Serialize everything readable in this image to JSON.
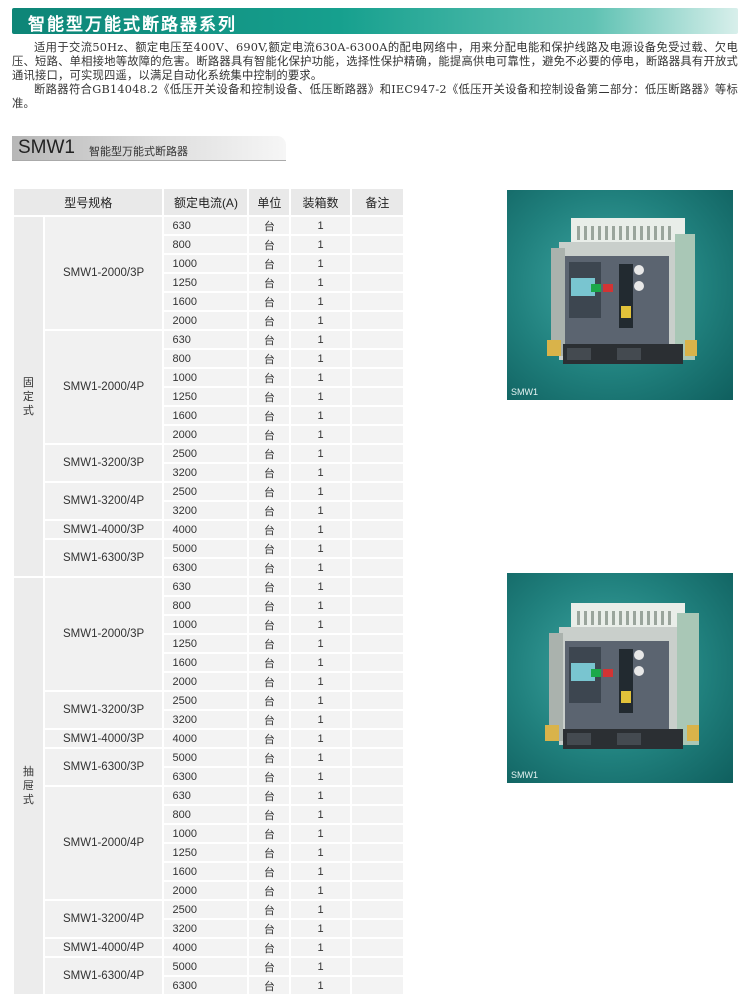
{
  "header": {
    "title": "智能型万能式断路器系列"
  },
  "intro": {
    "paragraph1": "适用于交流50Hz、额定电压至400V、690V,额定电流630A-6300A的配电网络中，用来分配电能和保护线路及电源设备免受过载、欠电压、短路、单相接地等故障的危害。断路器具有智能化保护功能，选择性保护精确，能提高供电可靠性，避免不必要的停电，断路器具有开放式通讯接口，可实现四遥，以满足自动化系统集中控制的要求。",
    "paragraph2": "断路器符合GB14048.2《低压开关设备和控制设备、低压断路器》和IEC947-2《低压开关设备和控制设备第二部分：低压断路器》等标准。"
  },
  "section": {
    "code": "SMW1",
    "name": "智能型万能式断路器"
  },
  "table": {
    "headers": {
      "model": "型号规格",
      "current": "额定电流(A)",
      "unit": "单位",
      "qty": "装箱数",
      "note": "备注"
    },
    "categories": [
      {
        "label": "固定式",
        "groups": [
          {
            "model": "SMW1-2000/3P",
            "rows": [
              {
                "current": "630",
                "unit": "台",
                "qty": "1"
              },
              {
                "current": "800",
                "unit": "台",
                "qty": "1"
              },
              {
                "current": "1000",
                "unit": "台",
                "qty": "1"
              },
              {
                "current": "1250",
                "unit": "台",
                "qty": "1"
              },
              {
                "current": "1600",
                "unit": "台",
                "qty": "1"
              },
              {
                "current": "2000",
                "unit": "台",
                "qty": "1"
              }
            ]
          },
          {
            "model": "SMW1-2000/4P",
            "rows": [
              {
                "current": "630",
                "unit": "台",
                "qty": "1"
              },
              {
                "current": "800",
                "unit": "台",
                "qty": "1"
              },
              {
                "current": "1000",
                "unit": "台",
                "qty": "1"
              },
              {
                "current": "1250",
                "unit": "台",
                "qty": "1"
              },
              {
                "current": "1600",
                "unit": "台",
                "qty": "1"
              },
              {
                "current": "2000",
                "unit": "台",
                "qty": "1"
              }
            ]
          },
          {
            "model": "SMW1-3200/3P",
            "rows": [
              {
                "current": "2500",
                "unit": "台",
                "qty": "1"
              },
              {
                "current": "3200",
                "unit": "台",
                "qty": "1"
              }
            ]
          },
          {
            "model": "SMW1-3200/4P",
            "rows": [
              {
                "current": "2500",
                "unit": "台",
                "qty": "1"
              },
              {
                "current": "3200",
                "unit": "台",
                "qty": "1"
              }
            ]
          },
          {
            "model": "SMW1-4000/3P",
            "rows": [
              {
                "current": "4000",
                "unit": "台",
                "qty": "1"
              }
            ]
          },
          {
            "model": "SMW1-6300/3P",
            "rows": [
              {
                "current": "5000",
                "unit": "台",
                "qty": "1"
              },
              {
                "current": "6300",
                "unit": "台",
                "qty": "1"
              }
            ]
          }
        ]
      },
      {
        "label": "抽屉式",
        "groups": [
          {
            "model": "SMW1-2000/3P",
            "rows": [
              {
                "current": "630",
                "unit": "台",
                "qty": "1"
              },
              {
                "current": "800",
                "unit": "台",
                "qty": "1"
              },
              {
                "current": "1000",
                "unit": "台",
                "qty": "1"
              },
              {
                "current": "1250",
                "unit": "台",
                "qty": "1"
              },
              {
                "current": "1600",
                "unit": "台",
                "qty": "1"
              },
              {
                "current": "2000",
                "unit": "台",
                "qty": "1"
              }
            ]
          },
          {
            "model": "SMW1-3200/3P",
            "rows": [
              {
                "current": "2500",
                "unit": "台",
                "qty": "1"
              },
              {
                "current": "3200",
                "unit": "台",
                "qty": "1"
              }
            ]
          },
          {
            "model": "SMW1-4000/3P",
            "rows": [
              {
                "current": "4000",
                "unit": "台",
                "qty": "1"
              }
            ]
          },
          {
            "model": "SMW1-6300/3P",
            "rows": [
              {
                "current": "5000",
                "unit": "台",
                "qty": "1"
              },
              {
                "current": "6300",
                "unit": "台",
                "qty": "1"
              }
            ]
          },
          {
            "model": "SMW1-2000/4P",
            "rows": [
              {
                "current": "630",
                "unit": "台",
                "qty": "1"
              },
              {
                "current": "800",
                "unit": "台",
                "qty": "1"
              },
              {
                "current": "1000",
                "unit": "台",
                "qty": "1"
              },
              {
                "current": "1250",
                "unit": "台",
                "qty": "1"
              },
              {
                "current": "1600",
                "unit": "台",
                "qty": "1"
              },
              {
                "current": "2000",
                "unit": "台",
                "qty": "1"
              }
            ]
          },
          {
            "model": "SMW1-3200/4P",
            "rows": [
              {
                "current": "2500",
                "unit": "台",
                "qty": "1"
              },
              {
                "current": "3200",
                "unit": "台",
                "qty": "1"
              }
            ]
          },
          {
            "model": "SMW1-4000/4P",
            "rows": [
              {
                "current": "4000",
                "unit": "台",
                "qty": "1"
              }
            ]
          },
          {
            "model": "SMW1-6300/4P",
            "rows": [
              {
                "current": "5000",
                "unit": "台",
                "qty": "1"
              },
              {
                "current": "6300",
                "unit": "台",
                "qty": "1"
              }
            ]
          }
        ]
      }
    ]
  },
  "photos": [
    {
      "caption": "SMW1"
    },
    {
      "caption": "SMW1"
    }
  ],
  "colors": {
    "banner": "#0e8577",
    "photo_bg": "#20807d",
    "table_header": "#e9e9e9"
  }
}
